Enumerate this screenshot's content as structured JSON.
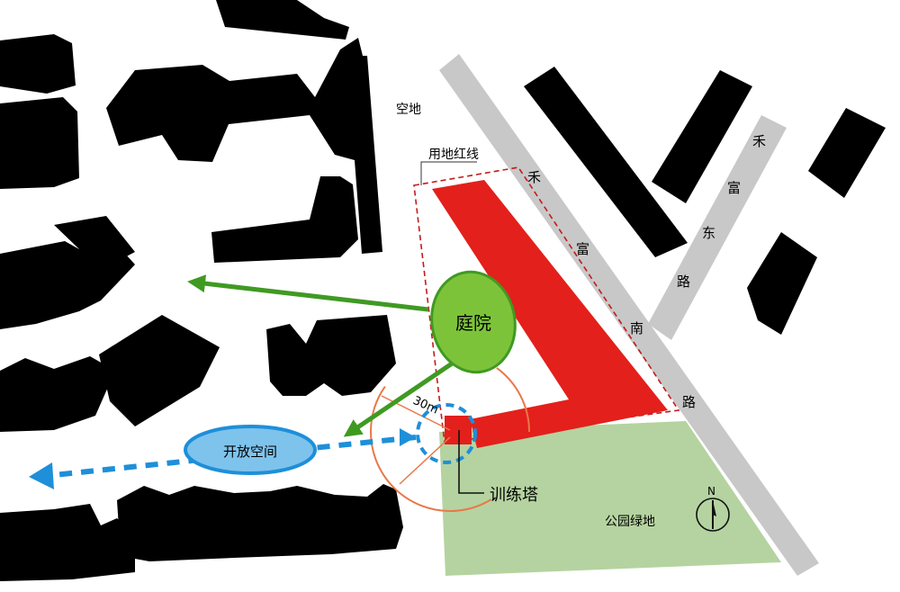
{
  "labels": {
    "vacant_land": "空地",
    "site_red_line": "用地红线",
    "courtyard": "庭院",
    "open_space": "开放空间",
    "training_tower": "训练塔",
    "park_green": "公园绿地",
    "distance": "30m",
    "north": "N"
  },
  "roads": {
    "hefu_south_road": [
      "禾",
      "富",
      "南",
      "路"
    ],
    "hefu_east_road": [
      "禾",
      "富",
      "东",
      "路"
    ]
  },
  "colors": {
    "building": "#000000",
    "site_building": "#e3201b",
    "road": "#c8c8c8",
    "park": "#b5d3a0",
    "courtyard": "#7dc33a",
    "courtyard_arrow": "#3f9a22",
    "open_space": "#7ec3ec",
    "open_space_edge": "#1e8fd9",
    "radius": "#e8784a",
    "red_line": "#c41a1a"
  }
}
